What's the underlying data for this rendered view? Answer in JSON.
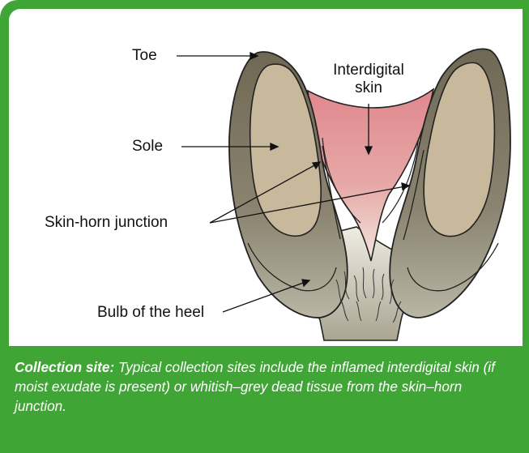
{
  "labels": {
    "toe": "Toe",
    "sole": "Sole",
    "skin_horn_junction": "Skin-horn junction",
    "bulb_of_heel": "Bulb of the heel",
    "interdigital_line1": "Interdigital",
    "interdigital_line2": "skin"
  },
  "caption": {
    "lead": "Collection site:",
    "text": " Typical collection sites include the inflamed interdigital skin (if moist exudate is present) or whitish–grey dead tissue from the skin–horn junction."
  },
  "colors": {
    "frame_green": "#3fa535",
    "hoof_wall": "#7b7460",
    "sole_tan": "#c8b89c",
    "interdigital_pink": "#e0969a",
    "heel_grey": "#bfbcae",
    "outline": "#222222"
  }
}
